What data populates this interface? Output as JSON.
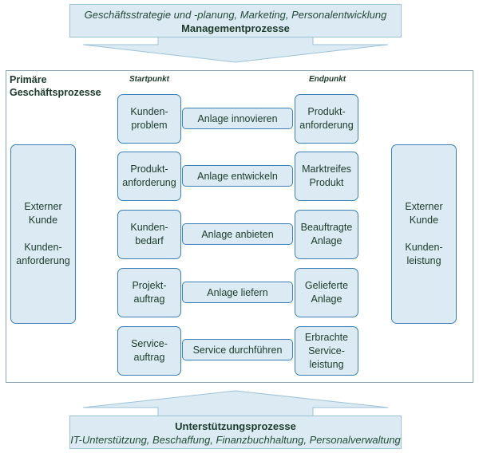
{
  "management": {
    "subtitle": "Geschäftsstrategie und -planung, Marketing, Personalentwicklung",
    "title": "Managementprozesse"
  },
  "primary": {
    "title": "Primäre\nGeschäftsprozesse",
    "start_label": "Startpunkt",
    "end_label": "Endpunkt"
  },
  "external_left": "Externer\nKunde\n\nKunden-\nanforderung",
  "external_right": "Externer\nKunde\n\nKunden-\nleistung",
  "rows": [
    {
      "start": "Kunden-\nproblem",
      "process": "Anlage innovieren",
      "end": "Produkt-\nanforderung"
    },
    {
      "start": "Produkt-\nanforderung",
      "process": "Anlage entwickeln",
      "end": "Marktreifes\nProdukt"
    },
    {
      "start": "Kunden-\nbedarf",
      "process": "Anlage anbieten",
      "end": "Beauftragte\nAnlage"
    },
    {
      "start": "Projekt-\nauftrag",
      "process": "Anlage liefern",
      "end": "Gelieferte\nAnlage"
    },
    {
      "start": "Service-\nauftrag",
      "process": "Service durchführen",
      "end": "Erbrachte\nService-\nleistung"
    }
  ],
  "support": {
    "title": "Unterstützungsprozesse",
    "subtitle": "IT-Unterstützung, Beschaffung, Finanzbuchhaltung, Personalverwaltung"
  },
  "colors": {
    "fill": "#dcebf3",
    "border": "#3b7fb6",
    "line": "#2e6fa8",
    "arrow": "#cfe2ee"
  }
}
